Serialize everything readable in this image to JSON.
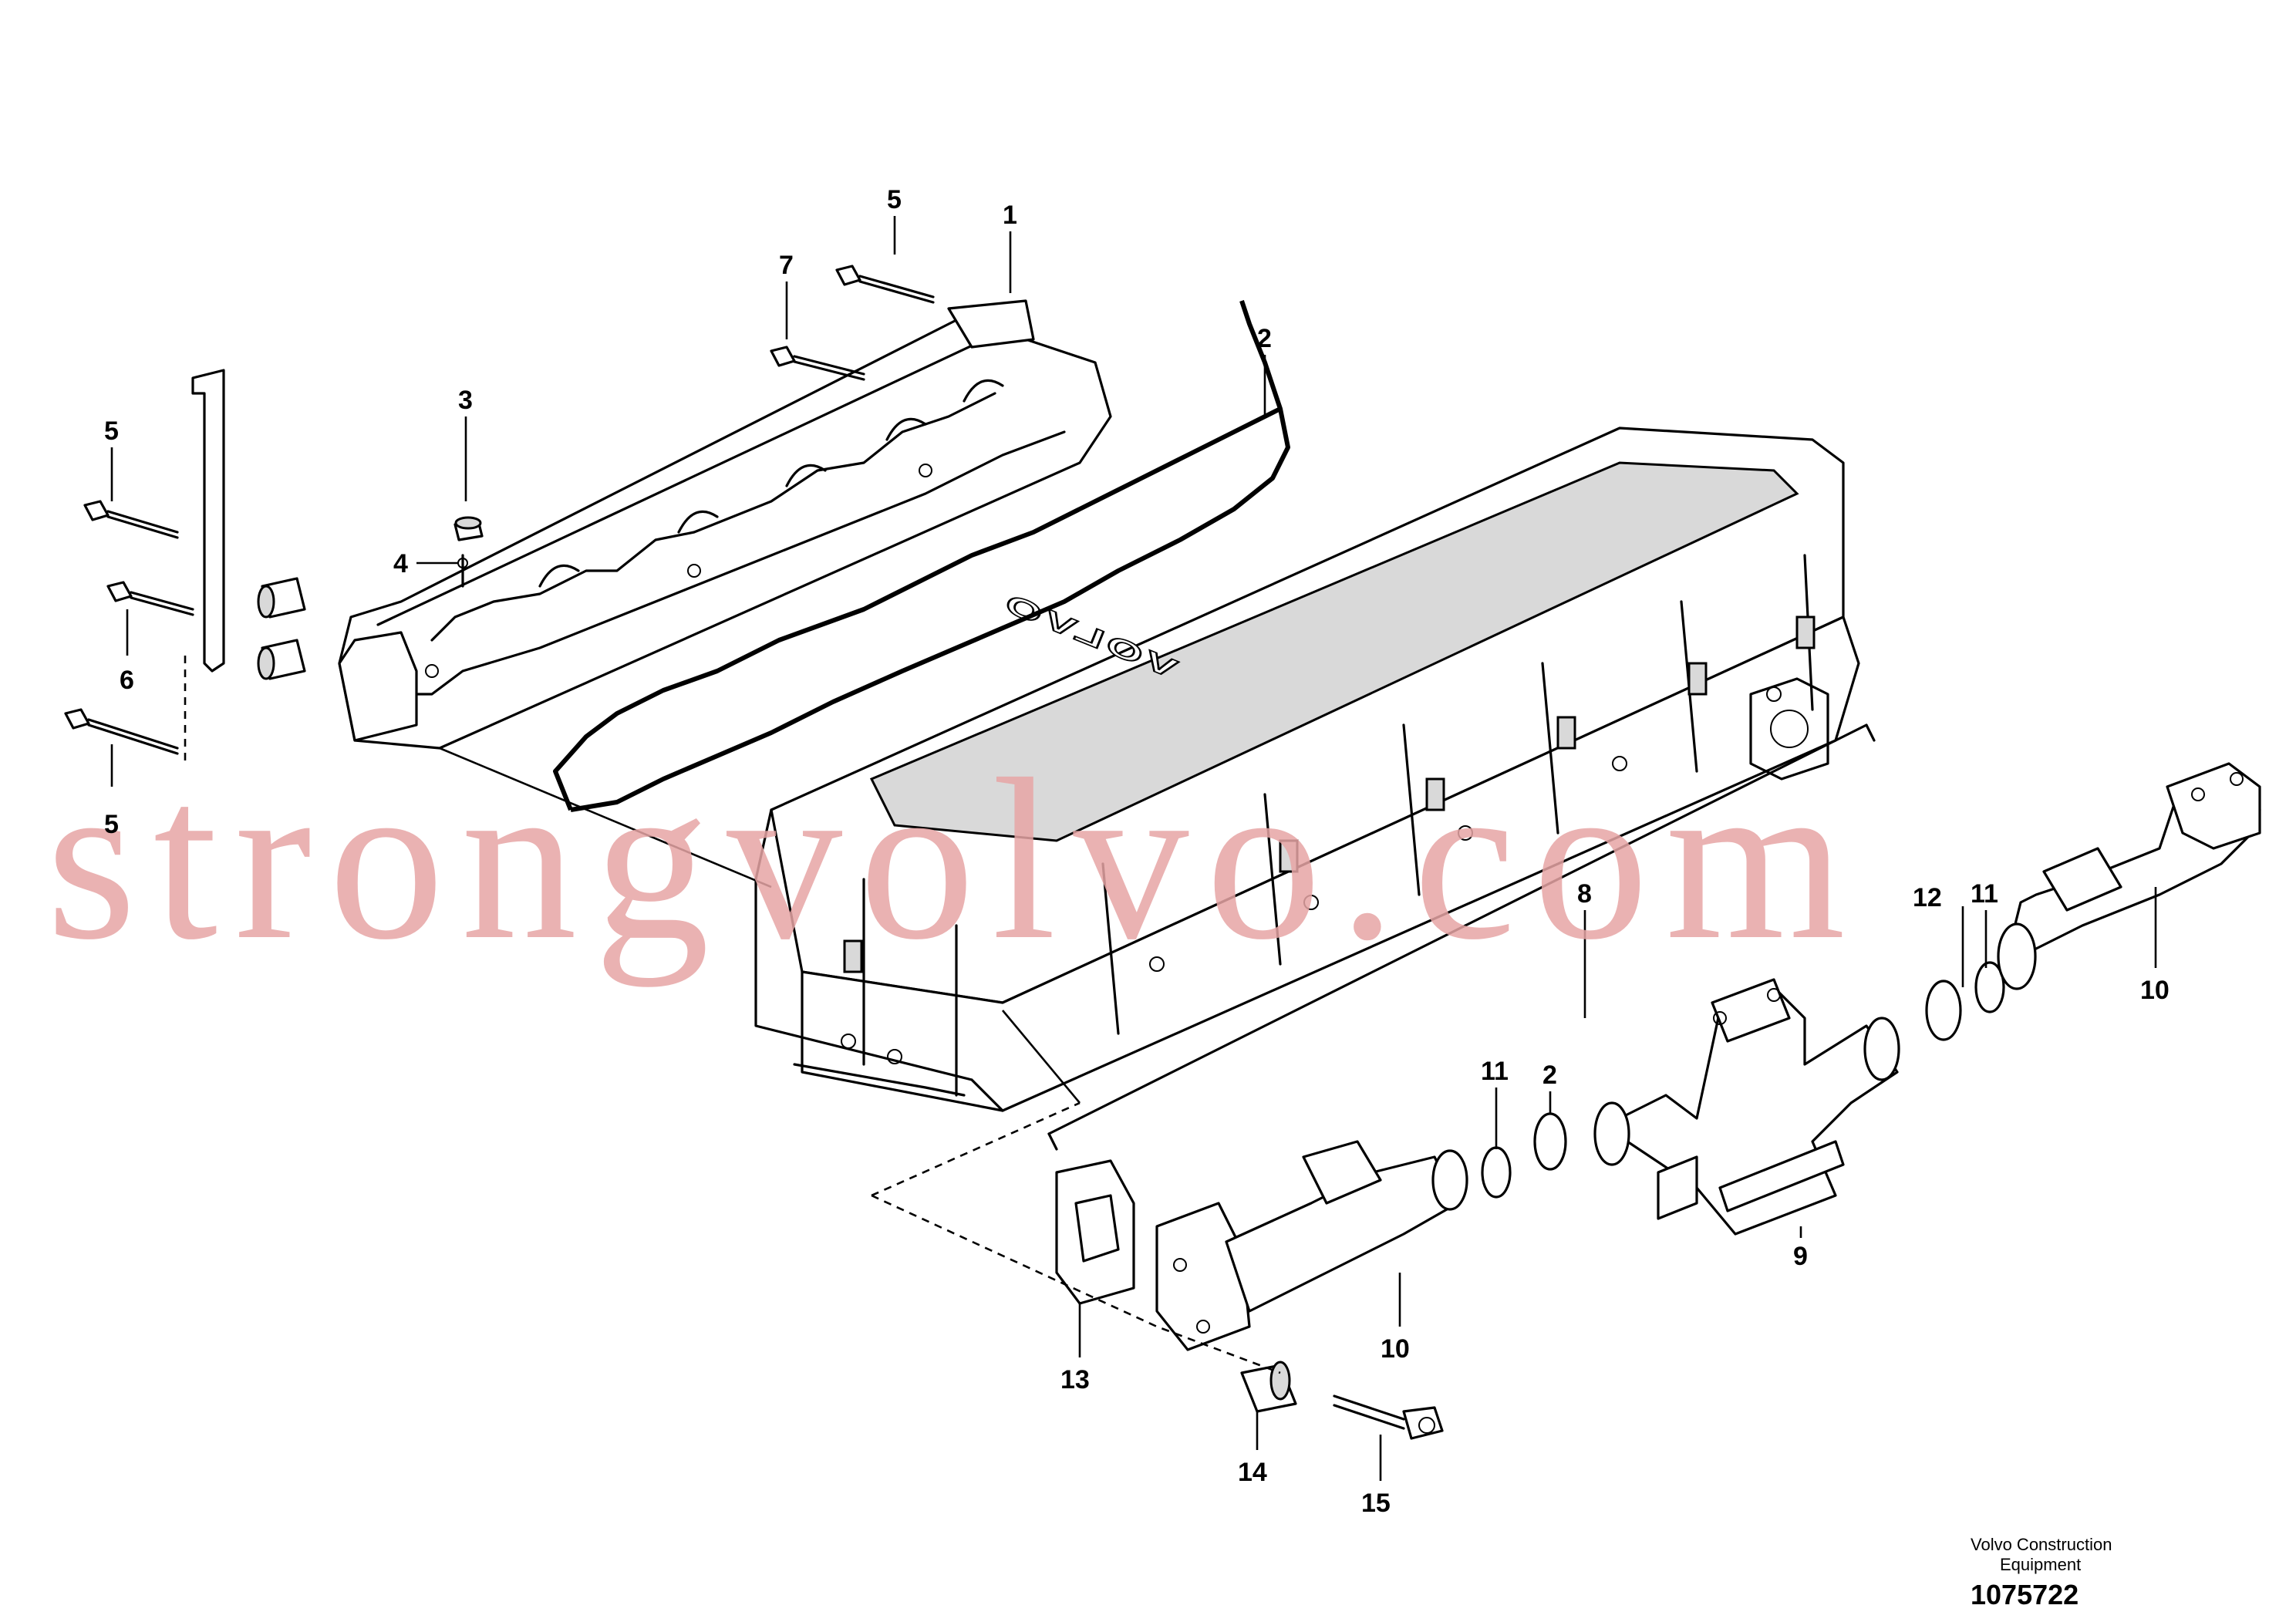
{
  "callouts": [
    {
      "id": "c1",
      "text": "1"
    },
    {
      "id": "c2a",
      "text": "2"
    },
    {
      "id": "c2b",
      "text": "2"
    },
    {
      "id": "c3",
      "text": "3"
    },
    {
      "id": "c4",
      "text": "4"
    },
    {
      "id": "c5a",
      "text": "5"
    },
    {
      "id": "c5b",
      "text": "5"
    },
    {
      "id": "c5c",
      "text": "5"
    },
    {
      "id": "c6",
      "text": "6"
    },
    {
      "id": "c7",
      "text": "7"
    },
    {
      "id": "c8",
      "text": "8"
    },
    {
      "id": "c9",
      "text": "9"
    },
    {
      "id": "c10a",
      "text": "10"
    },
    {
      "id": "c10b",
      "text": "10"
    },
    {
      "id": "c11a",
      "text": "11"
    },
    {
      "id": "c11b",
      "text": "11"
    },
    {
      "id": "c12",
      "text": "12"
    },
    {
      "id": "c13",
      "text": "13"
    },
    {
      "id": "c14",
      "text": "14"
    },
    {
      "id": "c15",
      "text": "15"
    }
  ],
  "engine_cover_logo": "VOLVO",
  "watermark": "strongvolvo.com",
  "credit": {
    "line1": "Volvo Construction",
    "line2": "Equipment",
    "doc_number": "1075722"
  }
}
